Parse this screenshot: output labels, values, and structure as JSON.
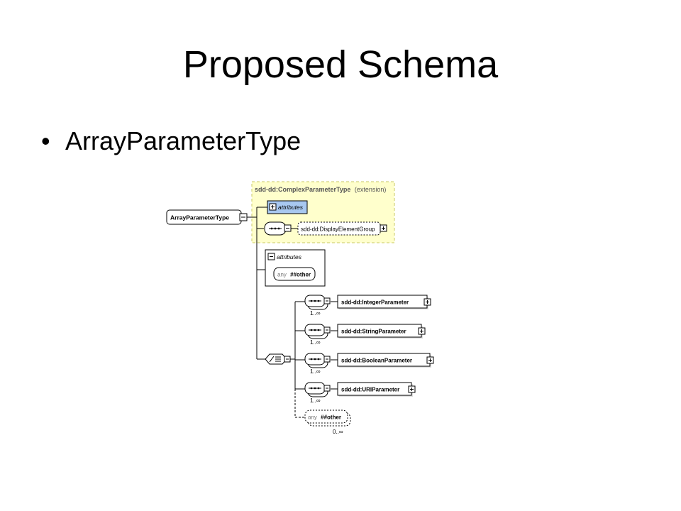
{
  "slide": {
    "title": "Proposed Schema",
    "bullet": "ArrayParameterType"
  },
  "diagram": {
    "root_element": "ArrayParameterType",
    "extension_box": {
      "base": "sdd-dd:ComplexParameterType",
      "qualifier": "(extension)",
      "attributes_label": "attributes",
      "group_ref": "sdd-dd:DisplayElementGroup"
    },
    "local_attributes": {
      "label": "attributes",
      "any_prefix": "any",
      "any_namespace": "##other"
    },
    "choice_elements": [
      {
        "name": "sdd-dd:IntegerParameter",
        "cardinality": "1..∞"
      },
      {
        "name": "sdd-dd:StringParameter",
        "cardinality": "1..∞"
      },
      {
        "name": "sdd-dd:BooleanParameter",
        "cardinality": "1..∞"
      },
      {
        "name": "sdd-dd:URIParameter",
        "cardinality": "1..∞"
      }
    ],
    "any_element": {
      "prefix": "any",
      "namespace": "##other",
      "cardinality": "0..∞"
    },
    "colors": {
      "extension_fill": "#ffffcc",
      "extension_border": "#c8c864",
      "attributes_fill": "#a8c8f0",
      "line": "#000000"
    }
  }
}
